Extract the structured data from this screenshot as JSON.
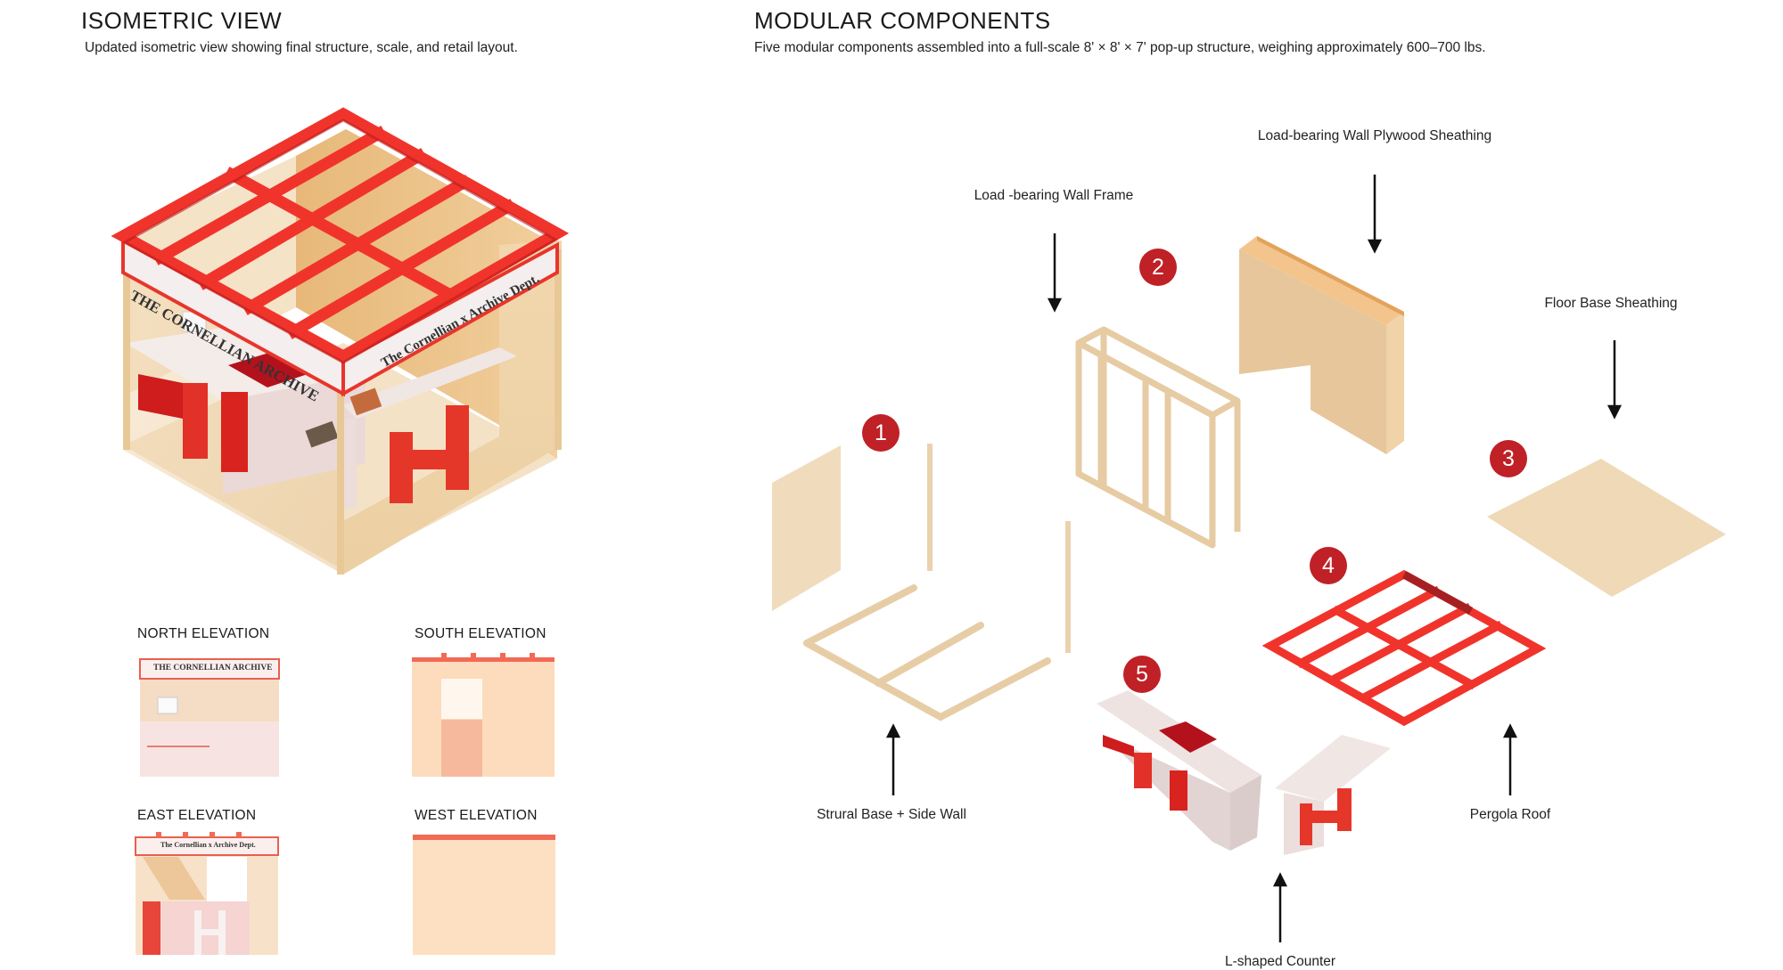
{
  "left": {
    "title": "ISOMETRIC VIEW",
    "subtitle": "Updated isometric view showing final structure, scale, and retail layout.",
    "sign_front": "THE CORNELLIAN ARCHIVE",
    "sign_side": "The Cornellian x Archive Dept.",
    "elevations": [
      {
        "label": "NORTH ELEVATION",
        "sign": "THE CORNELLIAN ARCHIVE"
      },
      {
        "label": "SOUTH ELEVATION",
        "sign": ""
      },
      {
        "label": "EAST ELEVATION",
        "sign": "The Cornellian x Archive Dept."
      },
      {
        "label": "WEST ELEVATION",
        "sign": ""
      }
    ]
  },
  "right": {
    "title": "MODULAR COMPONENTS",
    "subtitle": "Five modular components assembled into a full-scale 8' × 8' × 7' pop-up structure, weighing approximately 600–700 lbs.",
    "components": [
      {
        "number": "1",
        "label": "Strural Base + Side Wall"
      },
      {
        "number": "2",
        "label": "Load -bearing Wall Frame"
      },
      {
        "number": "2",
        "label": "Load-bearing Wall Plywood Sheathing"
      },
      {
        "number": "3",
        "label": "Floor Base Sheathing"
      },
      {
        "number": "4",
        "label": "Pergola Roof"
      },
      {
        "number": "5",
        "label": "L-shaped Counter"
      }
    ]
  },
  "colors": {
    "accent_red": "#e8352b",
    "badge_red": "#bf2126",
    "plywood": "#f0d6b0",
    "plywood_dark": "#e2bf8e",
    "counter_white": "#ece4e2"
  }
}
